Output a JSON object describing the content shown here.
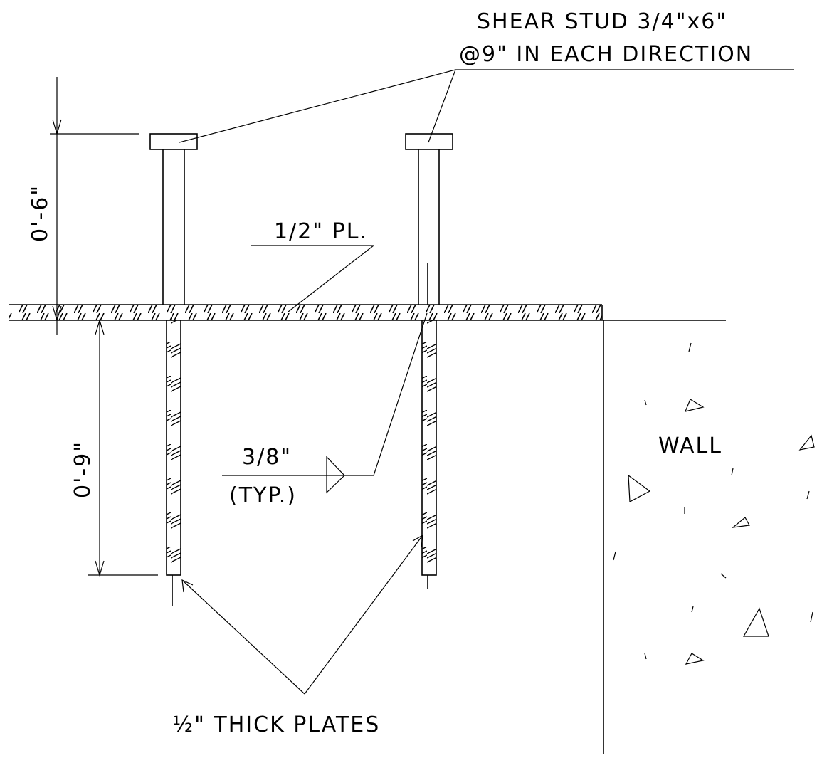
{
  "labels": {
    "shear_stud_line1": "SHEAR STUD 3/4\"x6\"",
    "shear_stud_line2": "@9\" IN EACH DIRECTION",
    "plate_label": "1/2\" PL.",
    "dim_top": "0'-6\"",
    "dim_bottom": "0'-9\"",
    "weld_size": "3/8\"",
    "weld_typ": "(TYP.)",
    "wall": "WALL",
    "thick_plates": "½\" THICK PLATES"
  },
  "colors": {
    "line": "#000000",
    "background": "#ffffff"
  }
}
